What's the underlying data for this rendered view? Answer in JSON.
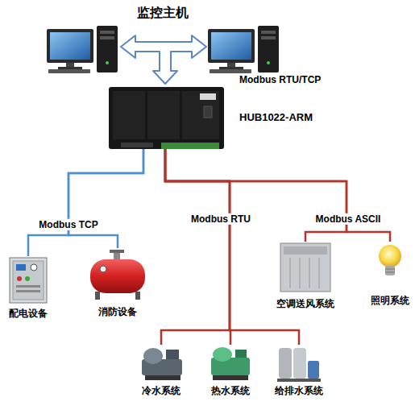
{
  "diagram": {
    "title": "监控主机",
    "nodes": [
      {
        "text": [
          "HUB1022-ARM"
        ]
      },
      {
        "text": [
          "配电设备"
        ]
      },
      {
        "text": [
          "消防设备"
        ]
      },
      {
        "text": [
          "空调送风系统"
        ]
      },
      {
        "text": [
          "照明系统"
        ]
      },
      {
        "text": [
          "冷水系统"
        ]
      },
      {
        "text": [
          "热水系统"
        ]
      },
      {
        "text": [
          "给排水系统"
        ]
      }
    ],
    "edges": [
      {
        "from": 0,
        "to": 1,
        "arrow": "none",
        "label": "Modbus TCP"
      },
      {
        "from": 0,
        "to": 2,
        "arrow": "none"
      },
      {
        "from": 0,
        "to": 3,
        "arrow": "none",
        "label": "Modbus ASCII"
      },
      {
        "from": 0,
        "to": 4,
        "arrow": "none"
      },
      {
        "from": 0,
        "to": 5,
        "arrow": "none"
      },
      {
        "from": 0,
        "to": 6,
        "arrow": "none",
        "label": "Modbus RTU"
      },
      {
        "from": 0,
        "to": 7,
        "arrow": "none"
      }
    ],
    "labels": [
      "Modbus RTU/TCP"
    ]
  }
}
